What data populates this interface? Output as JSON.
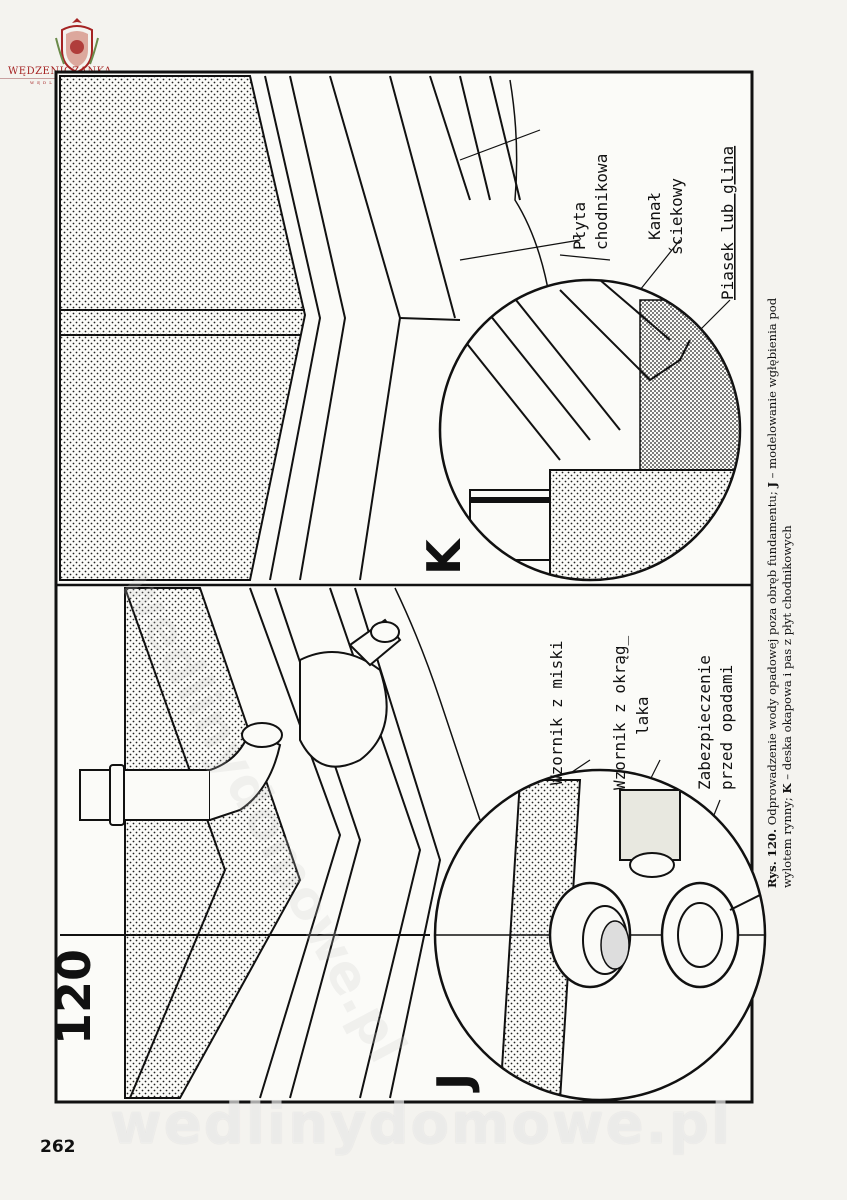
{
  "logo": {
    "name": "WĘDZENICZANKA",
    "subtitle": "WĘDLINY DOMOWE"
  },
  "figure": {
    "number": "120",
    "panel_left": "J",
    "panel_right": "K",
    "labels_j": [
      "Wzornik z miski",
      "Wzornik z okrąg_",
      "laka",
      "Zabezpieczenie",
      "przed opadami"
    ],
    "labels_k": [
      "Płyta",
      "chodnikowa",
      "Kanał",
      "ściekowy",
      "Piasek lub glina"
    ]
  },
  "caption": {
    "prefix": "Rys. 120.",
    "text1": " Odprowadzenie wody opadowej poza obręb fundamentu; ",
    "bold_j": "J",
    "text2": " – modelowanie wgłębienia pod wylotem rynny; ",
    "bold_k": "K",
    "text3": " – deska okapowa i pas z płyt chodnikowych"
  },
  "page_number": "262",
  "watermark": "wedlinydomowe.pl",
  "colors": {
    "ink": "#111111",
    "logo": "#a52323",
    "paper": "#f4f3ef"
  }
}
